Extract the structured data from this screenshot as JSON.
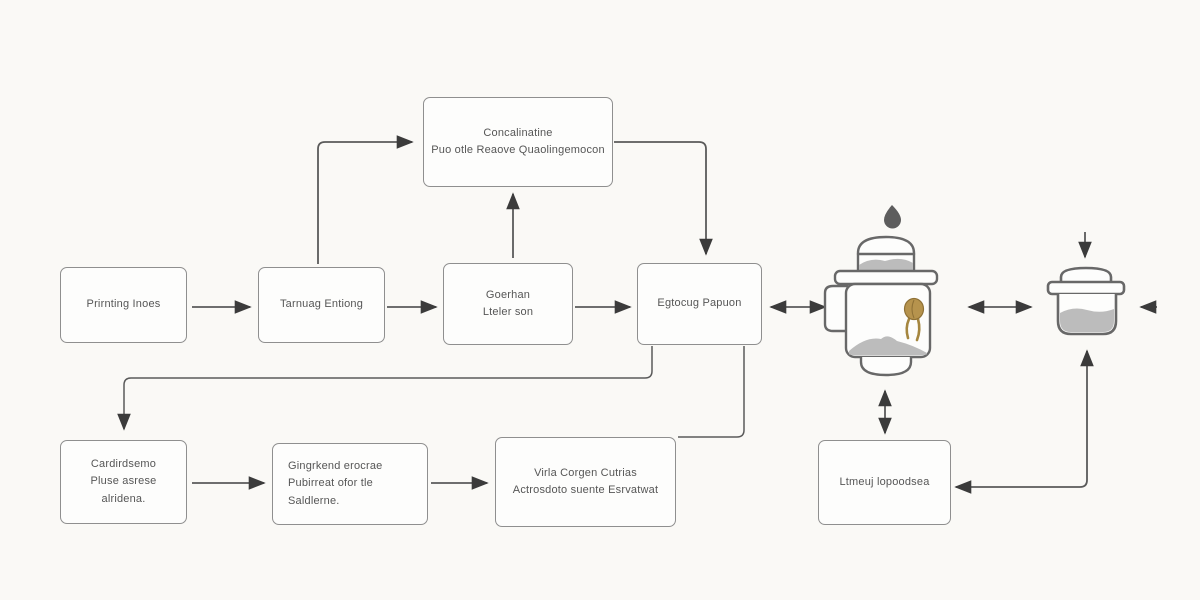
{
  "colors": {
    "background": "#faf9f6",
    "box-fill": "#fdfdfc",
    "box-border": "#8f8f8f",
    "text": "#565656",
    "arrow-line": "#5a5a5a",
    "arrow-head": "#3b3b3b",
    "outline": "#686868",
    "powder": "#bcbcbc",
    "gold": "#b6934d"
  },
  "boxes": {
    "concalinatine": {
      "lines": [
        "Concalinatine",
        "Puo otle Reaove Quaolingemocon"
      ]
    },
    "step1": {
      "label": "Prirnting Inoes"
    },
    "step2": {
      "label": "Tarnuag Entiong"
    },
    "step3": {
      "lines": [
        "Goerhan",
        "Lteler son"
      ]
    },
    "step4": {
      "label": "Egtocug Papuon"
    },
    "feedback1": {
      "lines": [
        "Cardirdsemo",
        "Pluse asrese",
        "alridena."
      ]
    },
    "feedback2": {
      "lines": [
        "Gingrkend erocrae",
        "Pubirreat ofor tle",
        "Saldlerne."
      ]
    },
    "feedback3": {
      "lines": [
        "Virla Corgen Cutrias",
        "Actrosdoto suente Esrvatwat"
      ]
    },
    "output": {
      "label": "Ltmeuj lopoodsea"
    }
  },
  "icons": {
    "grinder": "grinder-jar-icon",
    "pot": "lidded-pot-icon",
    "drop": "drop-icon"
  }
}
